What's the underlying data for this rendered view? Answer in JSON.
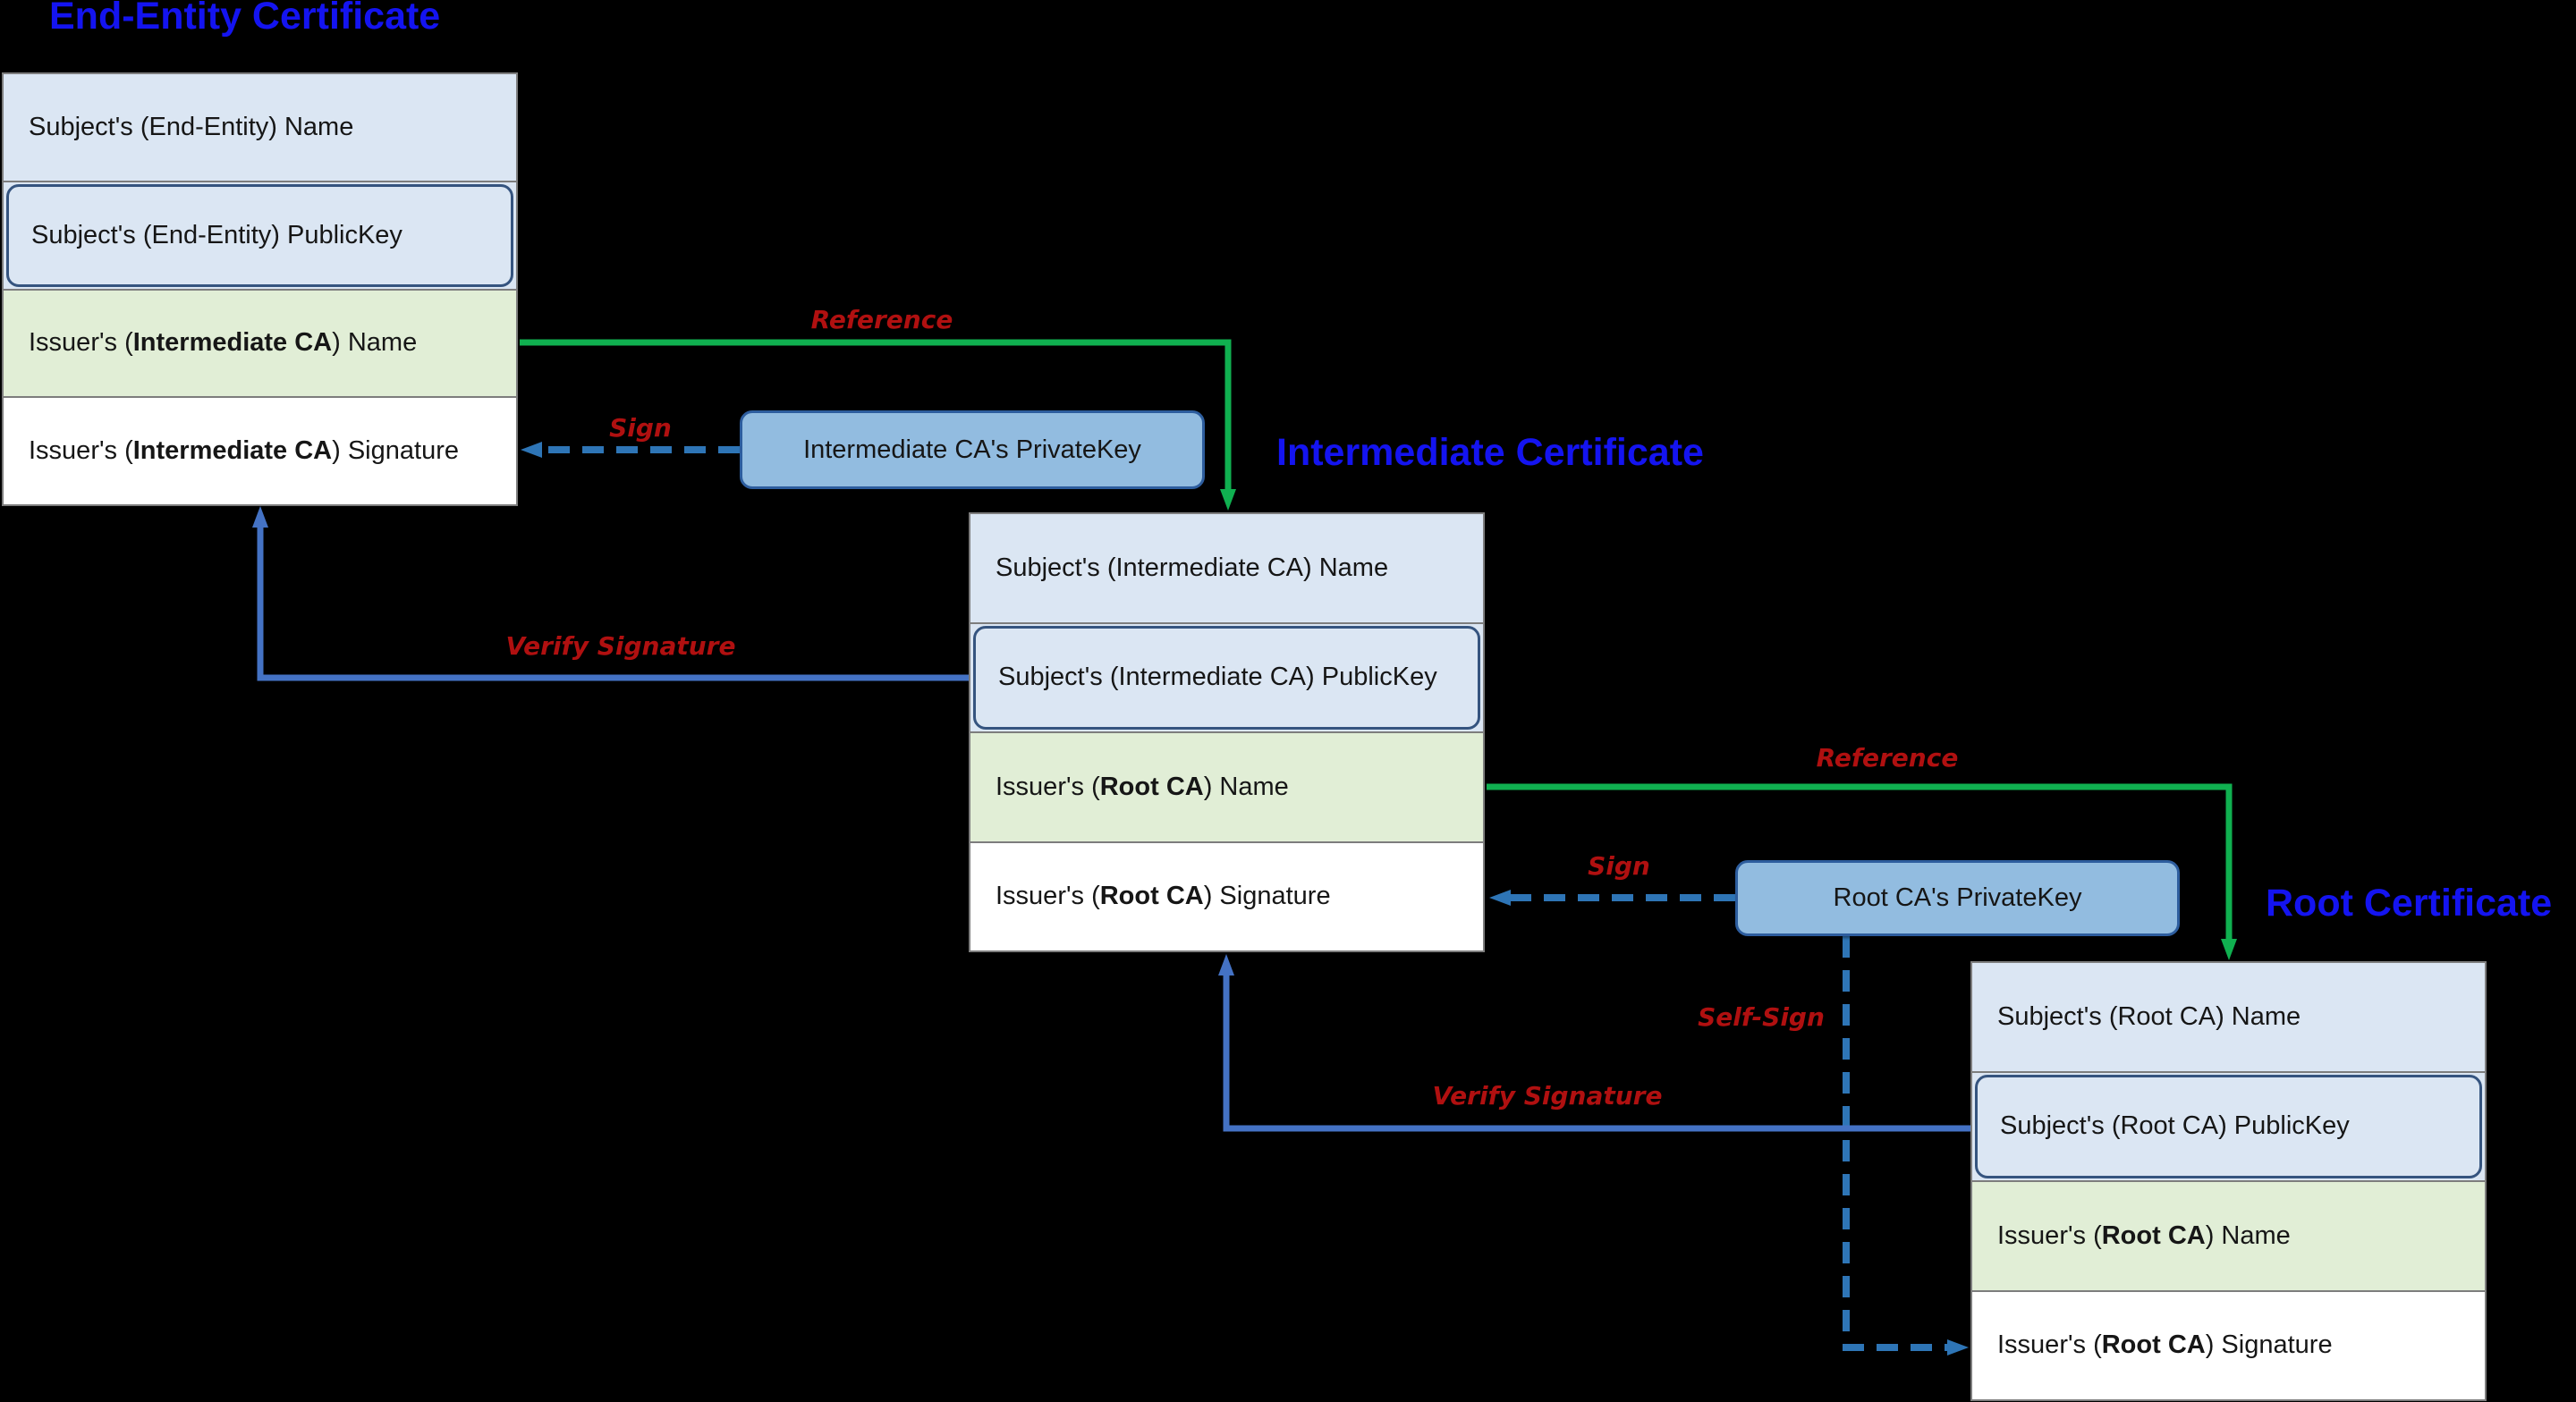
{
  "colors": {
    "background": "#000000",
    "title_blue": "#1414f0",
    "label_red": "#b01010",
    "reference_green": "#10b050",
    "sign_dashed_blue": "#2e75b6",
    "verify_solid_blue": "#4472c4",
    "row_blue_fill": "#dbe6f3",
    "row_green_fill": "#e1eed6",
    "row_white_fill": "#ffffff",
    "private_key_fill": "#92bce0",
    "cert_border_gray": "#7d7d7d",
    "public_key_border": "#35547f"
  },
  "certificates": {
    "end_entity": {
      "title": "End-Entity Certificate",
      "rows": {
        "subject_name": {
          "pre": "Subject's (End-Entity) Name",
          "bold": "",
          "post": ""
        },
        "subject_public_key": {
          "pre": "Subject's (End-Entity) PublicKey",
          "bold": "",
          "post": ""
        },
        "issuer_name": {
          "pre": "Issuer's (",
          "bold": "Intermediate CA",
          "post": ") Name"
        },
        "issuer_signature": {
          "pre": "Issuer's (",
          "bold": "Intermediate CA",
          "post": ") Signature"
        }
      }
    },
    "intermediate": {
      "title": "Intermediate Certificate",
      "rows": {
        "subject_name": {
          "pre": "Subject's (Intermediate CA) Name",
          "bold": "",
          "post": ""
        },
        "subject_public_key": {
          "pre": "Subject's (Intermediate CA) PublicKey",
          "bold": "",
          "post": ""
        },
        "issuer_name": {
          "pre": "Issuer's (",
          "bold": "Root CA",
          "post": ") Name"
        },
        "issuer_signature": {
          "pre": "Issuer's (",
          "bold": "Root CA",
          "post": ") Signature"
        }
      }
    },
    "root": {
      "title": "Root Certificate",
      "rows": {
        "subject_name": {
          "pre": "Subject's (Root CA) Name",
          "bold": "",
          "post": ""
        },
        "subject_public_key": {
          "pre": "Subject's (Root CA) PublicKey",
          "bold": "",
          "post": ""
        },
        "issuer_name": {
          "pre": "Issuer's (",
          "bold": "Root CA",
          "post": ") Name"
        },
        "issuer_signature": {
          "pre": "Issuer's (",
          "bold": "Root CA",
          "post": ") Signature"
        }
      }
    }
  },
  "private_keys": {
    "intermediate": "Intermediate CA's PrivateKey",
    "root": "Root CA's PrivateKey"
  },
  "arrow_labels": {
    "reference_1": "Reference",
    "reference_2": "Reference",
    "sign_1": "Sign",
    "sign_2": "Sign",
    "self_sign": "Self-Sign",
    "verify_signature_1": "Verify Signature",
    "verify_signature_2": "Verify Signature"
  }
}
